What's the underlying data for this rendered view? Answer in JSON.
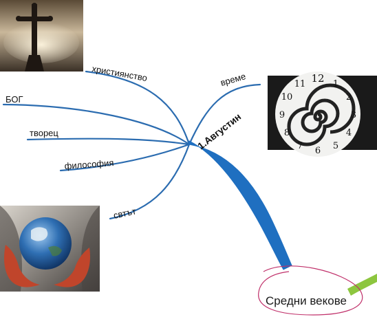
{
  "central": {
    "label": "1.Августин"
  },
  "branches": [
    {
      "id": "christianity",
      "label": "християнство"
    },
    {
      "id": "god",
      "label": "БОГ"
    },
    {
      "id": "creator",
      "label": "творец"
    },
    {
      "id": "philosophy",
      "label": "философия"
    },
    {
      "id": "world",
      "label": "свтът"
    },
    {
      "id": "time",
      "label": "време"
    }
  ],
  "main_node": {
    "label": "Средни векове"
  },
  "clock": {
    "numerals": [
      "12",
      "1",
      "2",
      "3",
      "4",
      "5",
      "6",
      "7",
      "8",
      "9",
      "10",
      "11"
    ]
  },
  "colors": {
    "branch": "#2b6cb0",
    "thick_branch": "#1f6fc0",
    "main_outline": "#c0306a",
    "green_branch": "#8dc63f"
  }
}
